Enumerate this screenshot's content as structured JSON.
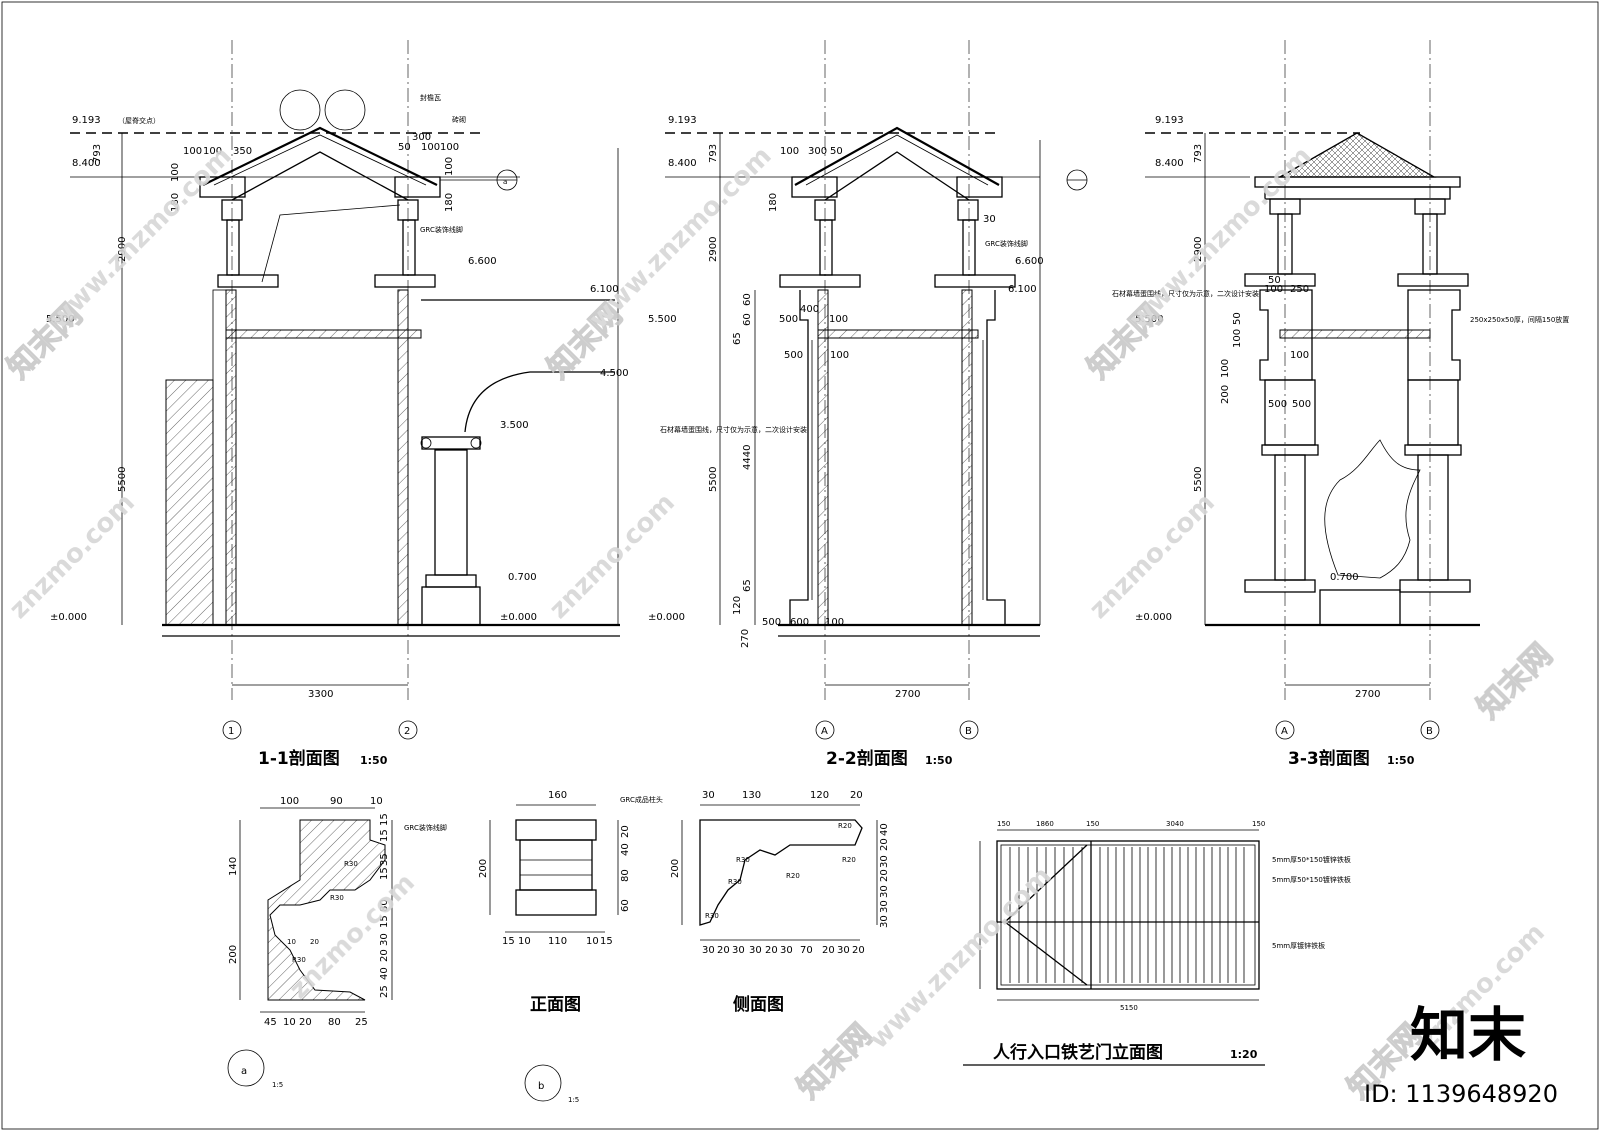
{
  "section1": {
    "title": "1-1剖面图",
    "scale": "1:50",
    "levels": [
      "9.193",
      "8.400",
      "5.500",
      "±0.000",
      "6.600",
      "6.100",
      "4.500",
      "3.500",
      "0.700",
      "±0.000"
    ],
    "level_note": "（屋脊交点）",
    "dims_left": [
      "793",
      "2900",
      "5500"
    ],
    "dims_top": [
      "100",
      "100",
      "350",
      "300",
      "50",
      "100",
      "100"
    ],
    "dims_side": [
      "100",
      "180",
      "180",
      "100"
    ],
    "span": "3300",
    "axes": [
      "1",
      "2"
    ],
    "notes": [
      "封檐瓦",
      "砖砌",
      "GRC装饰线脚"
    ],
    "callout": "a"
  },
  "section2": {
    "title": "2-2剖面图",
    "scale": "1:50",
    "levels": [
      "9.193",
      "8.400",
      "5.500",
      "±0.000",
      "6.600",
      "6.100"
    ],
    "dims_left": [
      "793",
      "2900",
      "5500",
      "4440",
      "60",
      "60",
      "65",
      "65",
      "120",
      "270"
    ],
    "dims_misc": [
      "400",
      "500",
      "100",
      "500",
      "100",
      "500",
      "600",
      "100",
      "300",
      "50",
      "100",
      "30",
      "180"
    ],
    "span": "2700",
    "axes": [
      "A",
      "B"
    ],
    "notes": [
      "GRC装饰线脚",
      "石材幕墙蛋围线，尺寸仅为示意，二次设计安装"
    ]
  },
  "section3": {
    "title": "3-3剖面图",
    "scale": "1:50",
    "levels": [
      "9.193",
      "8.400",
      "5.500",
      "±0.000",
      "0.700"
    ],
    "dims_left": [
      "793",
      "2900",
      "5500",
      "100",
      "50",
      "100",
      "200"
    ],
    "dims_misc": [
      "500",
      "500",
      "50",
      "100",
      "250",
      "100"
    ],
    "span": "2700",
    "axes": [
      "A",
      "B"
    ],
    "notes": [
      "石材幕墙蛋围线，尺寸仅为示意，二次设计安装",
      "250x250x50厚，间隔150放置"
    ]
  },
  "detail_a": {
    "callout": "a",
    "scale": "1:5",
    "note": "GRC装饰线脚",
    "dims_top": [
      "100",
      "90",
      "10"
    ],
    "dims_left": [
      "140",
      "200"
    ],
    "dims_right": [
      "15",
      "15",
      "35",
      "15",
      "80",
      "15",
      "30",
      "20",
      "40",
      "25"
    ],
    "dims_bottom": [
      "45",
      "10",
      "20",
      "80",
      "25"
    ],
    "radii": [
      "R30",
      "R30",
      "R30",
      "10",
      "20"
    ]
  },
  "detail_b": {
    "callout": "b",
    "scale": "1:5",
    "front_title": "正面图",
    "side_title": "侧面图",
    "note": "GRC成品柱头",
    "front_dims_top": [
      "160"
    ],
    "front_dims_left": [
      "200"
    ],
    "front_dims_right": [
      "20",
      "40",
      "80",
      "60"
    ],
    "front_dims_bottom": [
      "15",
      "10",
      "110",
      "10",
      "15"
    ],
    "side_dims_top": [
      "30",
      "130",
      "120",
      "20"
    ],
    "side_dims_left": [
      "200"
    ],
    "side_dims_right": [
      "40",
      "20",
      "30",
      "20",
      "30",
      "30",
      "30"
    ],
    "side_dims_bottom": [
      "30",
      "20",
      "30",
      "30",
      "20",
      "30",
      "70",
      "20",
      "30",
      "20"
    ],
    "radii": [
      "R20",
      "R20",
      "R30",
      "R20",
      "R30",
      "R30"
    ]
  },
  "gate": {
    "title": "人行入口铁艺门立面图",
    "scale": "1:20",
    "dims_top": [
      "150",
      "1860",
      "150",
      "3040",
      "150"
    ],
    "dims_bottom": [
      "5150"
    ],
    "notes": [
      "5mm厚50*150镀锌铁板",
      "5mm厚50*150镀锌铁板",
      "5mm厚镀锌铁板"
    ]
  },
  "watermark": {
    "text": "znzmo.com",
    "text_url": "www.znzmo.com",
    "brand": "知末网",
    "logo": "知末",
    "id": "ID: 1139648920"
  }
}
